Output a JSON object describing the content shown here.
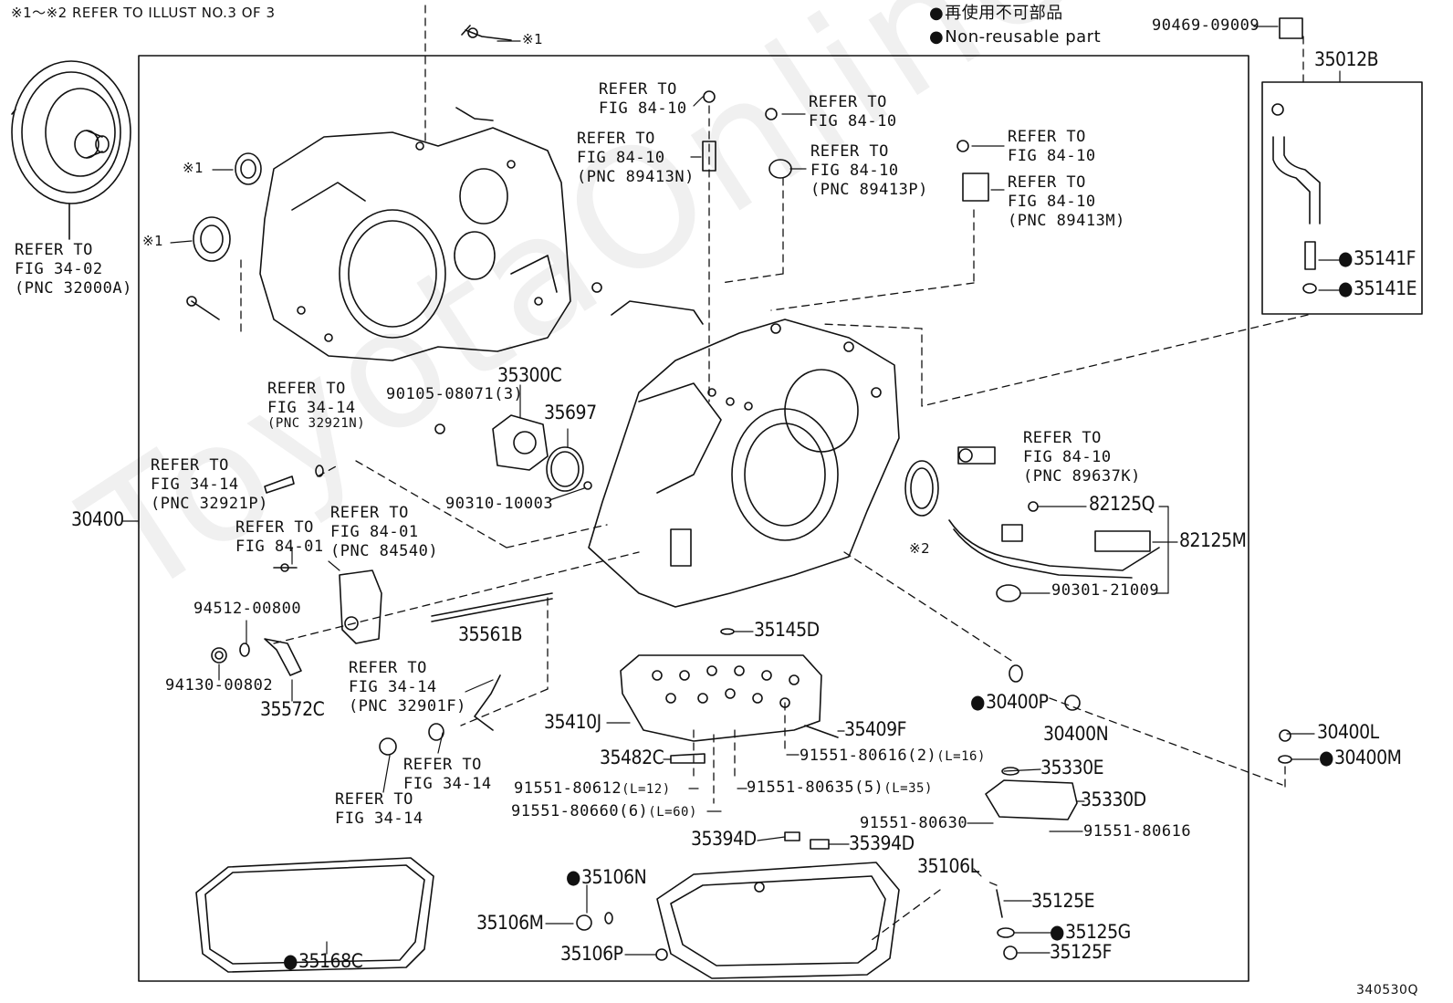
{
  "header_note": "※1～※2 REFER TO ILLUST NO.3 OF 3",
  "legend": {
    "jp": "再使用不可部品",
    "en": "Non-reusable part"
  },
  "watermark": "ToyotaOnline.ru",
  "figure_code": "340530Q",
  "refs": {
    "r_32000A": "REFER TO\nFIG 34-02\n(PNC 32000A)",
    "r_89413N_a": "REFER TO\nFIG 84-10",
    "r_89413N_b": "REFER TO\nFIG 84-10\n(PNC 89413N)",
    "r_89413P_a": "REFER TO\nFIG 84-10",
    "r_89413P_b": "REFER TO\nFIG 84-10\n(PNC 89413P)",
    "r_89413M_a": "REFER TO\nFIG 84-10",
    "r_89413M_b": "REFER TO\nFIG 84-10\n(PNC 89413M)",
    "r_32921N": "REFER TO\nFIG 34-14",
    "r_32921N_pnc": "(PNC 32921N)",
    "r_32921P": "REFER TO\nFIG 34-14\n(PNC 32921P)",
    "r_84540": "REFER TO\nFIG 84-01\n(PNC 84540)",
    "r_8401": "REFER TO\nFIG 84-01",
    "r_89637K": "REFER TO\nFIG 84-10\n(PNC 89637K)",
    "r_32901F": "REFER TO\nFIG 34-14\n(PNC 32901F)",
    "r_3414_a": "REFER TO\nFIG 34-14",
    "r_3414_b": "REFER TO\nFIG 34-14"
  },
  "parts": {
    "p_s1_bolt": "※1",
    "p_s1_seal_a": "※1",
    "p_s1_seal_b": "※1",
    "p_s2": "※2",
    "p_90469": "90469-09009",
    "p_35012B": "35012B",
    "p_35141F": "35141F",
    "p_35141E": "35141E",
    "p_35300C": "35300C",
    "p_90105": "90105-08071(3)",
    "p_35697": "35697",
    "p_90310": "90310-10003",
    "p_30400": "30400",
    "p_94512": "94512-00800",
    "p_94130": "94130-00802",
    "p_35572C": "35572C",
    "p_35561B": "35561B",
    "p_82125Q": "82125Q",
    "p_82125M": "82125M",
    "p_90301": "90301-21009",
    "p_35145D": "35145D",
    "p_30400P": "30400P",
    "p_30400N": "30400N",
    "p_30400L": "30400L",
    "p_30400M": "30400M",
    "p_35410J": "35410J",
    "p_35409F": "35409F",
    "p_91551_80616_2": "91551-80616(2)",
    "p_91551_80616_2_len": "(L=16)",
    "p_35482C": "35482C",
    "p_35330E": "35330E",
    "p_91551_80612": "91551-80612",
    "p_91551_80612_len": "(L=12)",
    "p_91551_80635": "91551-80635(5)",
    "p_91551_80635_len": "(L=35)",
    "p_35330D": "35330D",
    "p_91551_80660": "91551-80660(6)",
    "p_91551_80660_len": "(L=60)",
    "p_91551_80630": "91551-80630",
    "p_91551_80616": "91551-80616",
    "p_35394D_a": "35394D",
    "p_35394D_b": "35394D",
    "p_35106N": "35106N",
    "p_35106L": "35106L",
    "p_35125E": "35125E",
    "p_35106M": "35106M",
    "p_35125G": "35125G",
    "p_35106P": "35106P",
    "p_35125F": "35125F",
    "p_35168C": "35168C"
  }
}
